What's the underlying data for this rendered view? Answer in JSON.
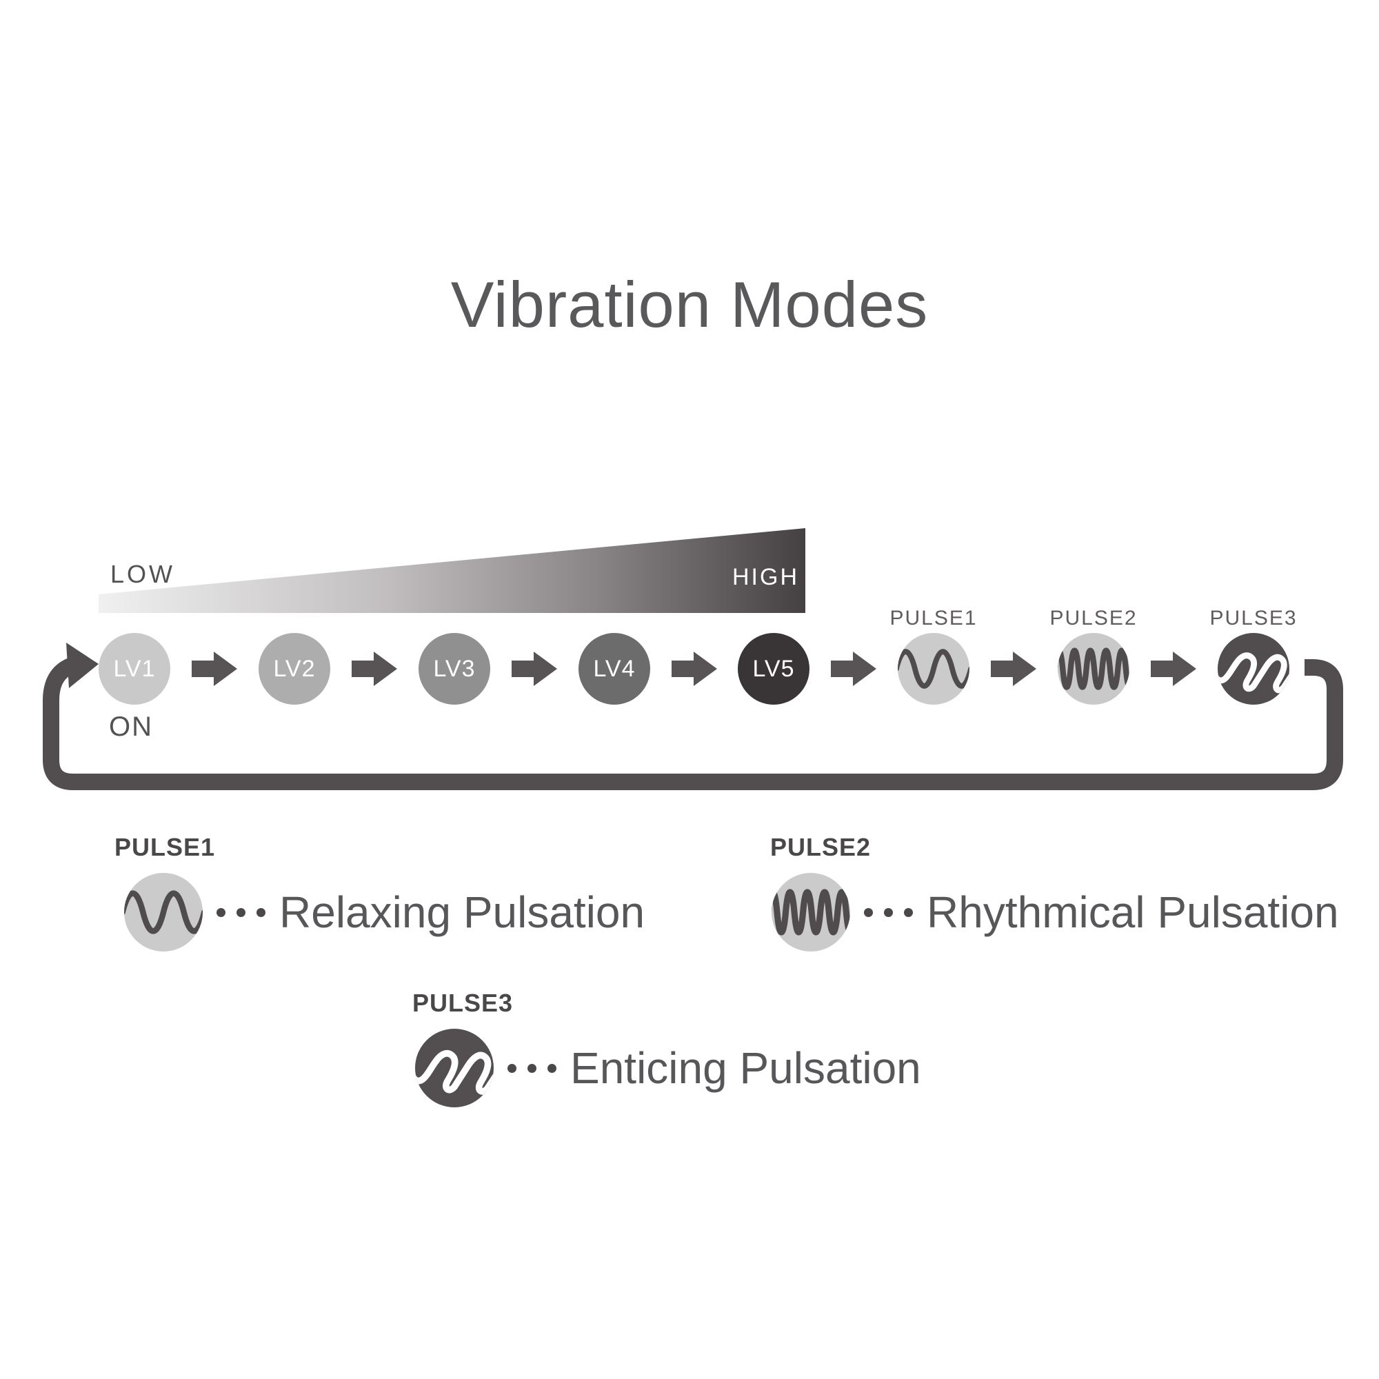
{
  "title": "Vibration Modes",
  "scale": {
    "low": "LOW",
    "high": "HIGH"
  },
  "power_label": "ON",
  "sequence": [
    {
      "label": "LV1",
      "kind": "level"
    },
    {
      "label": "LV2",
      "kind": "level"
    },
    {
      "label": "LV3",
      "kind": "level"
    },
    {
      "label": "LV4",
      "kind": "level"
    },
    {
      "label": "LV5",
      "kind": "level"
    },
    {
      "label": "PULSE1",
      "kind": "pulse",
      "wave": "gentle-sine"
    },
    {
      "label": "PULSE2",
      "kind": "pulse",
      "wave": "rhythmic-dense-sine"
    },
    {
      "label": "PULSE3",
      "kind": "pulse",
      "wave": "enticing-rounded-sawtooth"
    }
  ],
  "legend": [
    {
      "label": "PULSE1",
      "wave": "gentle-sine",
      "description": "Relaxing Pulsation"
    },
    {
      "label": "PULSE2",
      "wave": "rhythmic-dense-sine",
      "description": "Rhythmical Pulsation"
    },
    {
      "label": "PULSE3",
      "wave": "enticing-rounded-sawtooth",
      "description": "Enticing Pulsation"
    }
  ],
  "colors": {
    "background": "#ffffff",
    "title_text": "#59595b",
    "level_circles": [
      "#c9c9c9",
      "#adadad",
      "#909091",
      "#6d6c6d",
      "#393436"
    ],
    "pulse_circle_light": "#cbcbcb",
    "pulse_circle_dark": "#514c4e",
    "wave_dark_stroke": "#504c4d",
    "wave_white_stroke": "#ffffff",
    "step_arrow": "#585354",
    "loop_arrow": "#524e4f",
    "gradient_start": "#f0f0f0",
    "gradient_end": "#454041",
    "high_text": "#ffffff",
    "label_text": "#525254"
  }
}
